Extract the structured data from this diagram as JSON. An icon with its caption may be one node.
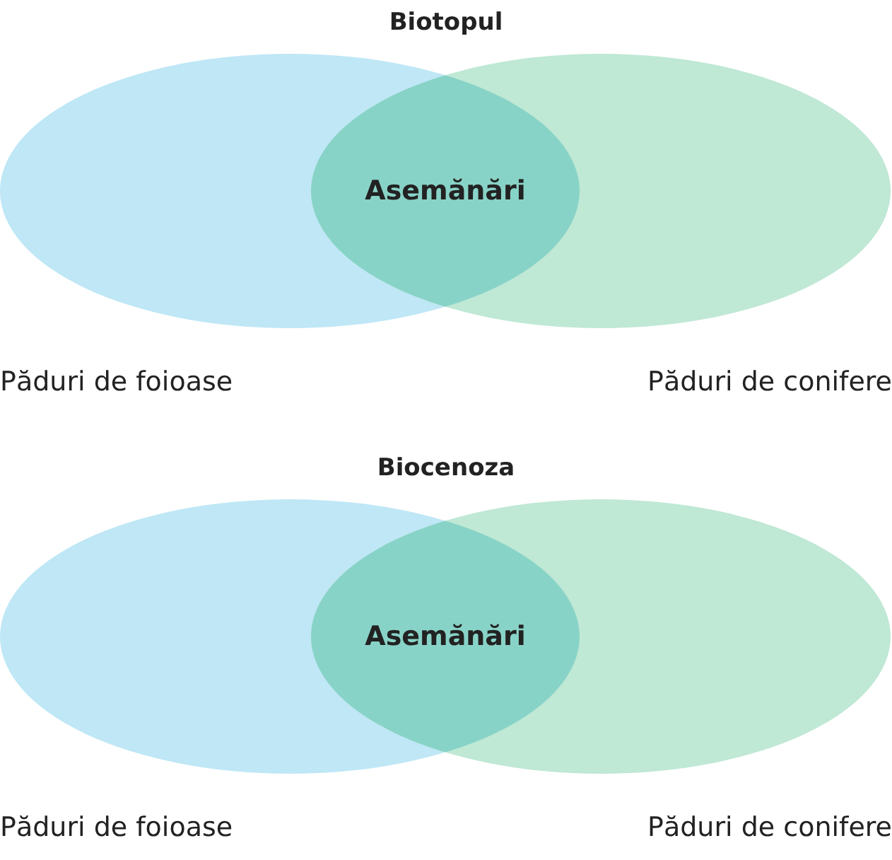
{
  "diagram": {
    "nodes": [
      {
        "text": [
          "Păduri de foioase"
        ]
      },
      {
        "text": [
          "Păduri de conifere"
        ]
      },
      {
        "text": [
          "Asemănări"
        ]
      },
      {
        "text": [
          "Păduri de foioase"
        ]
      },
      {
        "text": [
          "Păduri de conifere"
        ]
      },
      {
        "text": [
          "Asemănări"
        ]
      }
    ],
    "labels": [
      "Biotopul",
      "Biocenoza"
    ]
  }
}
